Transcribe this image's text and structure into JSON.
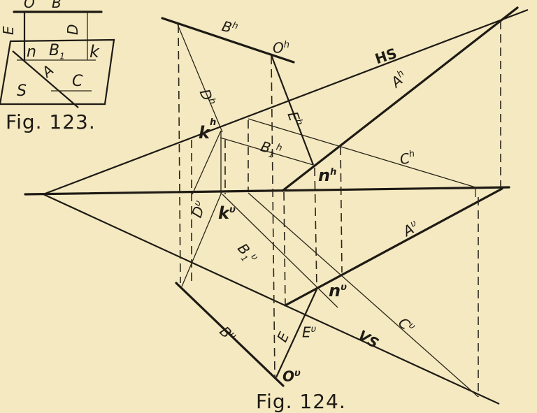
{
  "fig123": {
    "caption": "Fig. 123.",
    "labels": {
      "O": "O",
      "B": "B",
      "E": "E",
      "D": "D",
      "n": "n",
      "B1": "B",
      "B1_sub": "1",
      "k": "k",
      "A": "A",
      "C": "C",
      "S": "S"
    }
  },
  "fig124": {
    "caption": "Fig. 124.",
    "labels": {
      "Bh": "B",
      "Bh_sup": "h",
      "Oh": "O",
      "Oh_sup": "h",
      "HS": "HS",
      "Ah": "A",
      "Ah_sup": "h",
      "Dh": "D",
      "Dh_sup": "h",
      "Eh": "E",
      "Eh_sup": "h",
      "kh": "k",
      "kh_sup": "h",
      "B1h": "B",
      "B1h_sup": "h",
      "B1h_sub": "1",
      "Ch": "C",
      "Ch_sup": "h",
      "nh": "n",
      "nh_sup": "h",
      "Du": "D",
      "Du_sup": "υ",
      "ku": "k",
      "ku_sup": "υ",
      "B1u": "B",
      "B1u_sup": "υ",
      "B1u_sub": "1",
      "Au": "A",
      "Au_sup": "υ",
      "nu": "n",
      "nu_sup": "υ",
      "Cu": "C",
      "Cu_sup": "υ",
      "Bu": "B",
      "Bu_sup": "υ",
      "E": "E",
      "Eu": "E",
      "Eu_sup": "υ",
      "VS": "VS",
      "Ou": "O",
      "Ou_sup": "υ"
    }
  },
  "colors": {
    "paper": "#f4e9c1",
    "ink": "#1e1a14"
  }
}
